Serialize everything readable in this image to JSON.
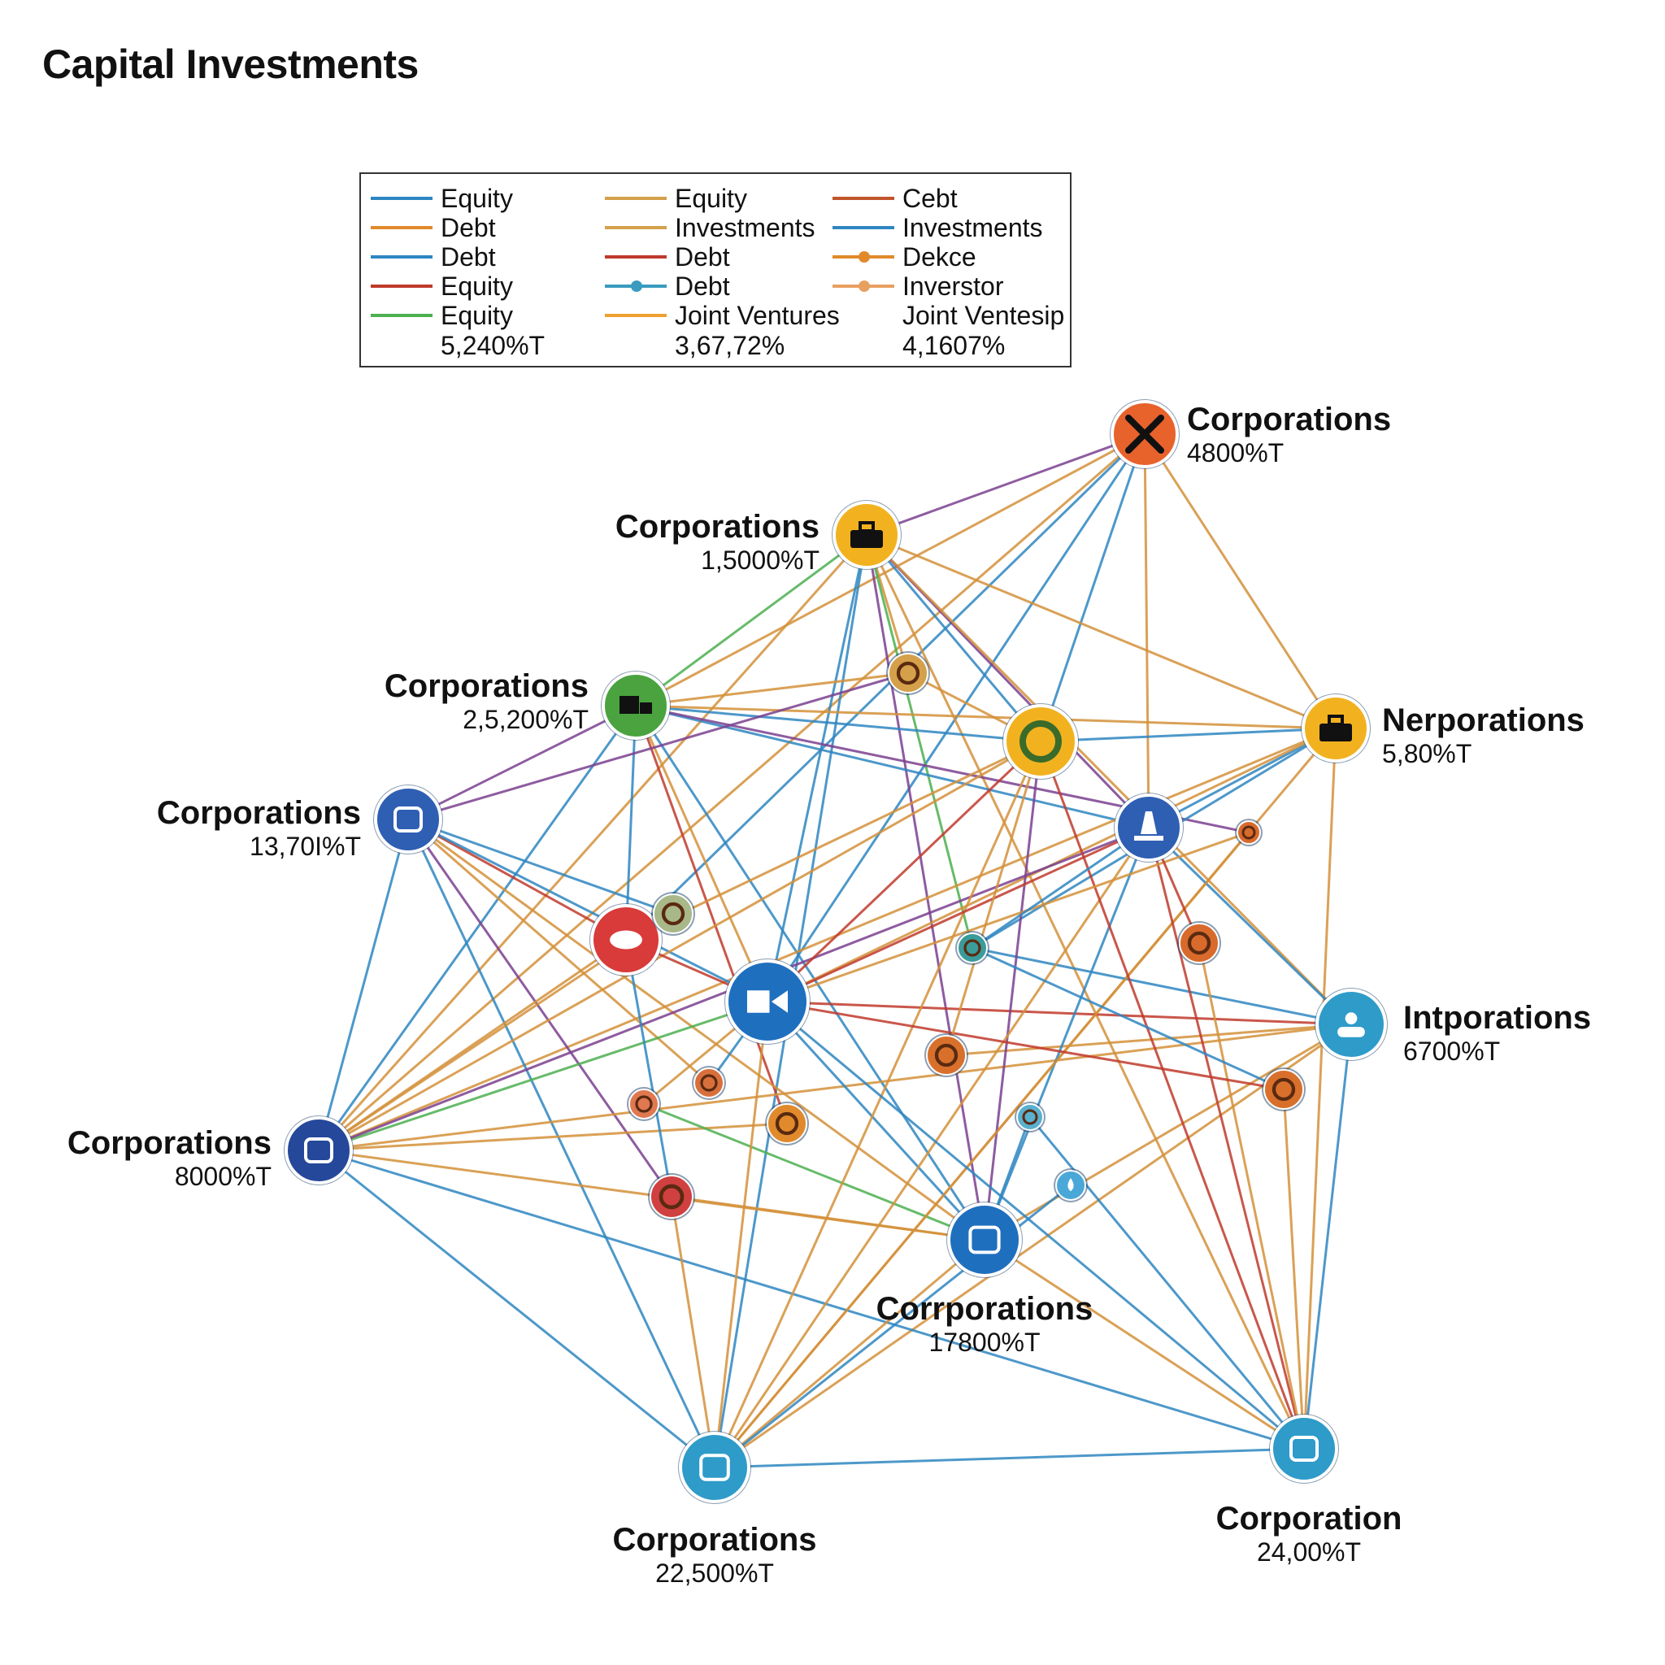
{
  "title": "Capital Investments",
  "legend": {
    "columns": [
      {
        "items": [
          {
            "label": "Equity",
            "color": "#2e86c1",
            "marker": false
          },
          {
            "label": "Debt",
            "color": "#e08a2c",
            "marker": false
          },
          {
            "label": "Debt",
            "color": "#2e86c1",
            "marker": false
          },
          {
            "label": "Equity",
            "color": "#c0392b",
            "marker": false
          },
          {
            "label": "Equity",
            "color": "#4caf50",
            "marker": false
          }
        ],
        "total": "5,240%T"
      },
      {
        "items": [
          {
            "label": "Equity",
            "color": "#d4a04a",
            "marker": false
          },
          {
            "label": "Investments",
            "color": "#d4a04a",
            "marker": false
          },
          {
            "label": "Debt",
            "color": "#c0392b",
            "marker": false
          },
          {
            "label": "Debt",
            "color": "#3a9bbf",
            "marker": true
          },
          {
            "label": "Joint Ventures",
            "color": "#f0a030",
            "marker": false
          }
        ],
        "total": "3,67,72%"
      },
      {
        "items": [
          {
            "label": "Cebt",
            "color": "#c0562b",
            "marker": false
          },
          {
            "label": "Investments",
            "color": "#2e86c1",
            "marker": false
          },
          {
            "label": "Dekce",
            "color": "#e08a2c",
            "marker": true
          },
          {
            "label": "Inverstor",
            "color": "#e8a060",
            "marker": true
          },
          {
            "label": "Joint Ventesip",
            "color": "",
            "marker": false
          }
        ],
        "total": "4,1607%"
      }
    ]
  },
  "nodes": [
    {
      "id": "n1",
      "name": "Corporations",
      "value": "4800%T",
      "color": "#e8622c",
      "icon": "close-icon"
    },
    {
      "id": "n2",
      "name": "Corporations",
      "value": "1,5000%T",
      "color": "#f2b21f",
      "icon": "briefcase-icon"
    },
    {
      "id": "n3",
      "name": "Corporations",
      "value": "2,5,200%T",
      "color": "#4aa33f",
      "icon": "truck-icon"
    },
    {
      "id": "n4",
      "name": "Nerporations",
      "value": "5,80%T",
      "color": "#f2b21f",
      "icon": "sofa-icon"
    },
    {
      "id": "n5",
      "name": "Corporations",
      "value": "13,70I%T",
      "color": "#2f5fb3",
      "icon": "bank-icon"
    },
    {
      "id": "n6",
      "name": "Intporations",
      "value": "6700%T",
      "color": "#2e9bc9",
      "icon": "user-icon"
    },
    {
      "id": "n7",
      "name": "Corporations",
      "value": "8000%T",
      "color": "#25489a",
      "icon": "building-icon"
    },
    {
      "id": "n8",
      "name": "Corrporations",
      "value": "17800%T",
      "color": "#1f6fbf",
      "icon": "robot-icon"
    },
    {
      "id": "n9",
      "name": "Corporations",
      "value": "22,500%T",
      "color": "#2e9bc9",
      "icon": "bus-icon"
    },
    {
      "id": "n10",
      "name": "Corporation",
      "value": "24,00%T",
      "color": "#2e9bc9",
      "icon": "gamepad-icon"
    },
    {
      "id": "h1",
      "name": "",
      "value": "",
      "color": "#1f6fbf",
      "icon": "video-icon"
    },
    {
      "id": "h2",
      "name": "",
      "value": "",
      "color": "#d93a3a",
      "icon": "cloud-icon"
    },
    {
      "id": "h3",
      "name": "",
      "value": "",
      "color": "#f2b21f",
      "icon": "refresh-icon"
    },
    {
      "id": "h4",
      "name": "",
      "value": "",
      "color": "#2f5fb3",
      "icon": "lamp-icon"
    },
    {
      "id": "s1",
      "name": "",
      "value": "",
      "color": "#d4a04a",
      "icon": "gear-icon"
    },
    {
      "id": "s2",
      "name": "",
      "value": "",
      "color": "#a8b888",
      "icon": "gear-icon"
    },
    {
      "id": "s3",
      "name": "",
      "value": "",
      "color": "#3a9b9b",
      "icon": "gear-icon"
    },
    {
      "id": "s4",
      "name": "",
      "value": "",
      "color": "#d8702c",
      "icon": "gear-icon"
    },
    {
      "id": "s5",
      "name": "",
      "value": "",
      "color": "#d86a2c",
      "icon": "gear-icon"
    },
    {
      "id": "s6",
      "name": "",
      "value": "",
      "color": "#d8702c",
      "icon": "gear-icon"
    },
    {
      "id": "s7",
      "name": "",
      "value": "",
      "color": "#e08a2c",
      "icon": "gear-icon"
    },
    {
      "id": "s8",
      "name": "",
      "value": "",
      "color": "#d8703c",
      "icon": "gear-icon"
    },
    {
      "id": "s9",
      "name": "",
      "value": "",
      "color": "#e07850",
      "icon": "gear-icon"
    },
    {
      "id": "s10",
      "name": "",
      "value": "",
      "color": "#d86a2c",
      "icon": "gear-icon"
    },
    {
      "id": "s11",
      "name": "",
      "value": "",
      "color": "#d04040",
      "icon": "gear-icon"
    },
    {
      "id": "s12",
      "name": "",
      "value": "",
      "color": "#5ab0d0",
      "icon": "gear-icon"
    },
    {
      "id": "s13",
      "name": "",
      "value": "",
      "color": "#4aa8d8",
      "icon": "drop-icon"
    }
  ],
  "edges": [
    [
      "n1",
      "n2",
      "#7a3f8f"
    ],
    [
      "n1",
      "n3",
      "#d4913a"
    ],
    [
      "n1",
      "n4",
      "#d4913a"
    ],
    [
      "n1",
      "h3",
      "#2e86c1"
    ],
    [
      "n1",
      "h1",
      "#2e86c1"
    ],
    [
      "n1",
      "h4",
      "#d4913a"
    ],
    [
      "n1",
      "n7",
      "#d4913a"
    ],
    [
      "n1",
      "h2",
      "#2e86c1"
    ],
    [
      "n2",
      "n3",
      "#4caf50"
    ],
    [
      "n2",
      "n4",
      "#d4913a"
    ],
    [
      "n2",
      "h3",
      "#2e86c1"
    ],
    [
      "n2",
      "h4",
      "#7a3f8f"
    ],
    [
      "n2",
      "h1",
      "#2e86c1"
    ],
    [
      "n2",
      "n7",
      "#d4913a"
    ],
    [
      "n2",
      "n8",
      "#7a3f8f"
    ],
    [
      "n2",
      "n9",
      "#2e86c1"
    ],
    [
      "n2",
      "n6",
      "#d4913a"
    ],
    [
      "n2",
      "s1",
      "#d4913a"
    ],
    [
      "n2",
      "s3",
      "#4caf50"
    ],
    [
      "n2",
      "n10",
      "#d4913a"
    ],
    [
      "n3",
      "n5",
      "#7a3f8f"
    ],
    [
      "n3",
      "h2",
      "#2e86c1"
    ],
    [
      "n3",
      "h1",
      "#d4913a"
    ],
    [
      "n3",
      "h3",
      "#2e86c1"
    ],
    [
      "n3",
      "h4",
      "#2e86c1"
    ],
    [
      "n3",
      "n7",
      "#2e86c1"
    ],
    [
      "n3",
      "n8",
      "#2e86c1"
    ],
    [
      "n3",
      "s1",
      "#d4913a"
    ],
    [
      "n3",
      "n4",
      "#d4913a"
    ],
    [
      "n3",
      "s7",
      "#c0392b"
    ],
    [
      "n3",
      "s10",
      "#7a3f8f"
    ],
    [
      "n4",
      "h3",
      "#2e86c1"
    ],
    [
      "n4",
      "h4",
      "#2e86c1"
    ],
    [
      "n4",
      "h1",
      "#d4913a"
    ],
    [
      "n4",
      "n9",
      "#d4913a"
    ],
    [
      "n4",
      "n10",
      "#d4913a"
    ],
    [
      "n4",
      "n7",
      "#d4913a"
    ],
    [
      "n4",
      "s3",
      "#2e86c1"
    ],
    [
      "n5",
      "h2",
      "#c0392b"
    ],
    [
      "n5",
      "h1",
      "#2e86c1"
    ],
    [
      "n5",
      "n7",
      "#2e86c1"
    ],
    [
      "n5",
      "n8",
      "#d4913a"
    ],
    [
      "n5",
      "n9",
      "#2e86c1"
    ],
    [
      "n5",
      "s2",
      "#2e86c1"
    ],
    [
      "n5",
      "s8",
      "#d4913a"
    ],
    [
      "n5",
      "s11",
      "#7a3f8f"
    ],
    [
      "n6",
      "h1",
      "#c0392b"
    ],
    [
      "n6",
      "h4",
      "#2e86c1"
    ],
    [
      "n6",
      "n7",
      "#d4913a"
    ],
    [
      "n6",
      "n9",
      "#d4913a"
    ],
    [
      "n6",
      "n10",
      "#2e86c1"
    ],
    [
      "n6",
      "s3",
      "#2e86c1"
    ],
    [
      "n6",
      "s4",
      "#d4913a"
    ],
    [
      "n6",
      "n8",
      "#d4913a"
    ],
    [
      "n7",
      "h1",
      "#4caf50"
    ],
    [
      "n7",
      "h2",
      "#d4913a"
    ],
    [
      "n7",
      "h3",
      "#d4913a"
    ],
    [
      "n7",
      "h4",
      "#7a3f8f"
    ],
    [
      "n7",
      "n8",
      "#d4913a"
    ],
    [
      "n7",
      "n9",
      "#2e86c1"
    ],
    [
      "n7",
      "n10",
      "#2e86c1"
    ],
    [
      "n7",
      "s7",
      "#d4913a"
    ],
    [
      "n7",
      "s2",
      "#d4913a"
    ],
    [
      "n8",
      "h1",
      "#2e86c1"
    ],
    [
      "n8",
      "h3",
      "#7a3f8f"
    ],
    [
      "n8",
      "h4",
      "#2e86c1"
    ],
    [
      "n8",
      "n9",
      "#d4913a"
    ],
    [
      "n8",
      "n10",
      "#d4913a"
    ],
    [
      "n8",
      "s9",
      "#4caf50"
    ],
    [
      "n8",
      "s11",
      "#d4913a"
    ],
    [
      "n8",
      "s12",
      "#2e86c1"
    ],
    [
      "n9",
      "h1",
      "#d4913a"
    ],
    [
      "n9",
      "h3",
      "#d4913a"
    ],
    [
      "n9",
      "n10",
      "#2e86c1"
    ],
    [
      "n9",
      "s11",
      "#d4913a"
    ],
    [
      "n9",
      "s13",
      "#2e86c1"
    ],
    [
      "n9",
      "h4",
      "#d4913a"
    ],
    [
      "n9",
      "s10",
      "#d4913a"
    ],
    [
      "n10",
      "h4",
      "#c0392b"
    ],
    [
      "n10",
      "s5",
      "#d4913a"
    ],
    [
      "n10",
      "s6",
      "#d4913a"
    ],
    [
      "n10",
      "h1",
      "#2e86c1"
    ],
    [
      "n10",
      "h3",
      "#c0392b"
    ],
    [
      "n10",
      "s12",
      "#2e86c1"
    ],
    [
      "h1",
      "h2",
      "#c0392b"
    ],
    [
      "h1",
      "h3",
      "#c0392b"
    ],
    [
      "h1",
      "h4",
      "#c0392b"
    ],
    [
      "h1",
      "s6",
      "#c0392b"
    ],
    [
      "h1",
      "s9",
      "#d4913a"
    ],
    [
      "h1",
      "s8",
      "#2e86c1"
    ],
    [
      "h1",
      "s10",
      "#d4913a"
    ],
    [
      "h2",
      "h3",
      "#d4913a"
    ],
    [
      "h2",
      "s2",
      "#a8b888"
    ],
    [
      "h2",
      "s11",
      "#2e86c1"
    ],
    [
      "h3",
      "s1",
      "#d4913a"
    ],
    [
      "h3",
      "s4",
      "#d4913a"
    ],
    [
      "h4",
      "s5",
      "#c0392b"
    ],
    [
      "h4",
      "s3",
      "#2e86c1"
    ],
    [
      "s3",
      "s6",
      "#2e86c1"
    ],
    [
      "s1",
      "n5",
      "#7a3f8f"
    ]
  ]
}
